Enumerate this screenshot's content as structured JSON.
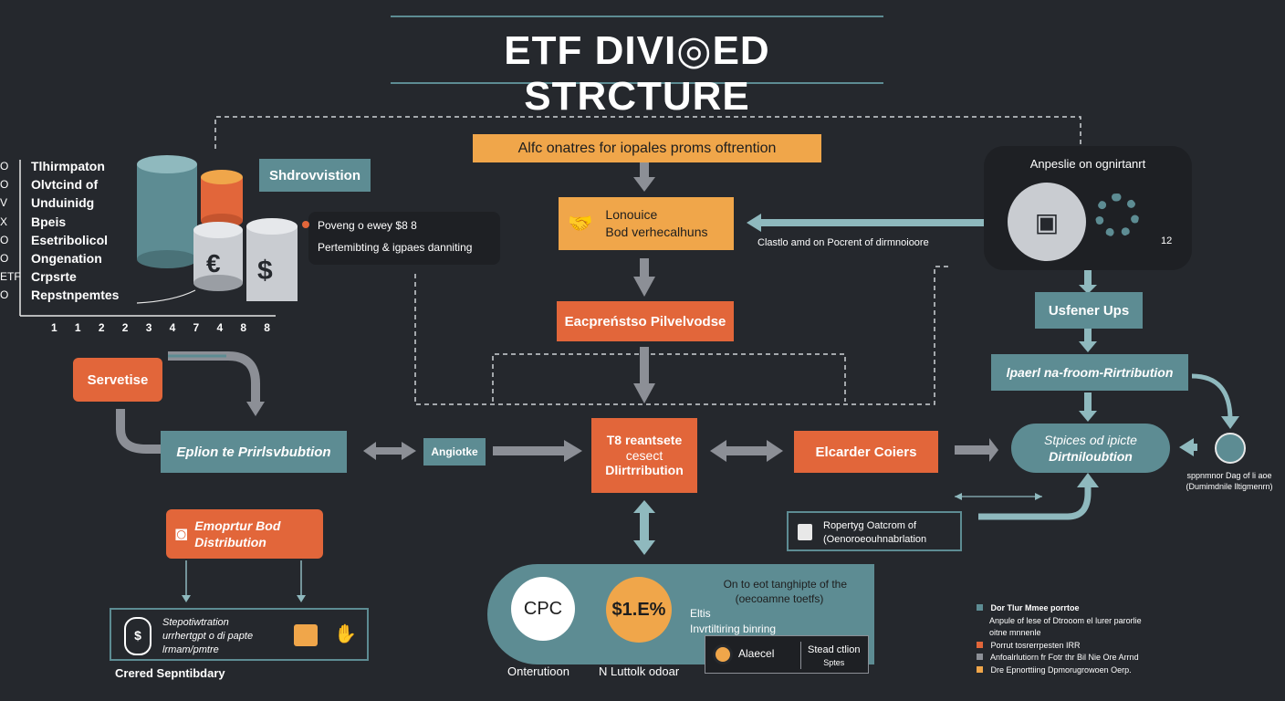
{
  "title": "ETF DIVI◎ED STRCTURE",
  "top_box": "Alfc onatres for iopales proms oftrention",
  "lonouice": {
    "line1": "Lonouice",
    "line2": "Bod verhecalhuns"
  },
  "express": "Eacpreństso Pilvelvodse",
  "center": {
    "line1": "T8 reantsete",
    "line2": "cesect",
    "line3": "Dlirtrribution"
  },
  "shrd": "Shdrovvistion",
  "poveng": {
    "line1": "Poveng  o  ewey  $8       8",
    "line2": "Pertemibting & igpaes danniting"
  },
  "left_list": {
    "items": [
      "Tlhirmpaton",
      "Olvtcind of",
      "Unduinidg",
      "Bpeis",
      "Esetribolicol",
      "Ongenation",
      "Crpsrte",
      "Repstnpemtes"
    ],
    "side_marks": [
      "O",
      "O",
      "V",
      "X",
      "O",
      "O",
      "ETF",
      "O"
    ],
    "axis": [
      "1",
      "1",
      "2",
      "2",
      "3",
      "4",
      "7",
      "4",
      "8",
      "8"
    ]
  },
  "servetise": "Servetise",
  "eplion": "Eplion te Prirlsvbubtion",
  "angiotke": "Angiotke",
  "elcarder": "Elcarder Coiers",
  "emoprtur": {
    "line1": "Emoprtur Bod",
    "line2": "Distribution"
  },
  "stepl_box": {
    "line1": "Stepotiwtration",
    "line2": "urrhertgpt o di  papte",
    "line3": "lrmam/pmtre"
  },
  "crered": "Crered Sepntibdary",
  "anpeslie": "Anpeslie on ognirtanrt",
  "anpeslie_tick": "12",
  "clarte": "Clastlo amd on Pocrent of dirmnoioore",
  "usfener": "Usfener Ups",
  "lpaerl": "lpaerl na-froom-Rirtribution",
  "stpices": {
    "line1": "Stpices od ipicte",
    "line2": "Dirtniloubtion"
  },
  "circle_caption": {
    "line1": "sppnmnor  Dag  of  li  aoe",
    "line2": "(Dumimdnile lltigmenrn)"
  },
  "report": {
    "line1": "Ropertyg Oatcrom of",
    "line2": "(Oenoroeouhnabrlation"
  },
  "bottom": {
    "cpc": "CPC",
    "amount": "$1.E%",
    "caption1": "On to eot tanghipte of the",
    "caption2": "(oecoamne toetfs)",
    "caption3": "Eltis",
    "caption4": "Invrtiltiring binring",
    "left_label": "Onterutioon",
    "mid_label": "N Luttolk odoar",
    "pill1": "Alaecel",
    "pill2a": "Stead ctlion",
    "pill2b": "Sptes"
  },
  "legend": {
    "items": [
      {
        "text": "Dor  Tlur Mmee  porrtoe",
        "color": "#5d8c93"
      },
      {
        "text": "Anpule  of lese  of  Dtrooom el lurer parorlie",
        "color": null
      },
      {
        "text": "oitne  mnnenle",
        "color": null
      },
      {
        "text": "Porrut  tosrerrpesten  IRR",
        "color": "#e2663a"
      },
      {
        "text": "Anfoalrlutiorn  fr  Fotr  thr  Bil  Nie  Ore  Arrnd",
        "color": "#8c8f96"
      },
      {
        "text": "Dre  Epnorttiing  Dpmorugrowoen  Oerp.",
        "color": "#f0a64a"
      }
    ]
  },
  "colors": {
    "background": "#25282d",
    "orange": "#e2663a",
    "teal": "#5d8c93",
    "gold": "#f0a64a",
    "arrow": "#8c8f96"
  },
  "icons": [
    "coin-stack-icon",
    "euro-coin-icon",
    "dollar-coin-icon",
    "handshake-icon",
    "gear-icon",
    "document-icon",
    "briefcase-icon",
    "lock-icon",
    "hand-coin-icon",
    "dollar-person-icon",
    "building-icon"
  ]
}
